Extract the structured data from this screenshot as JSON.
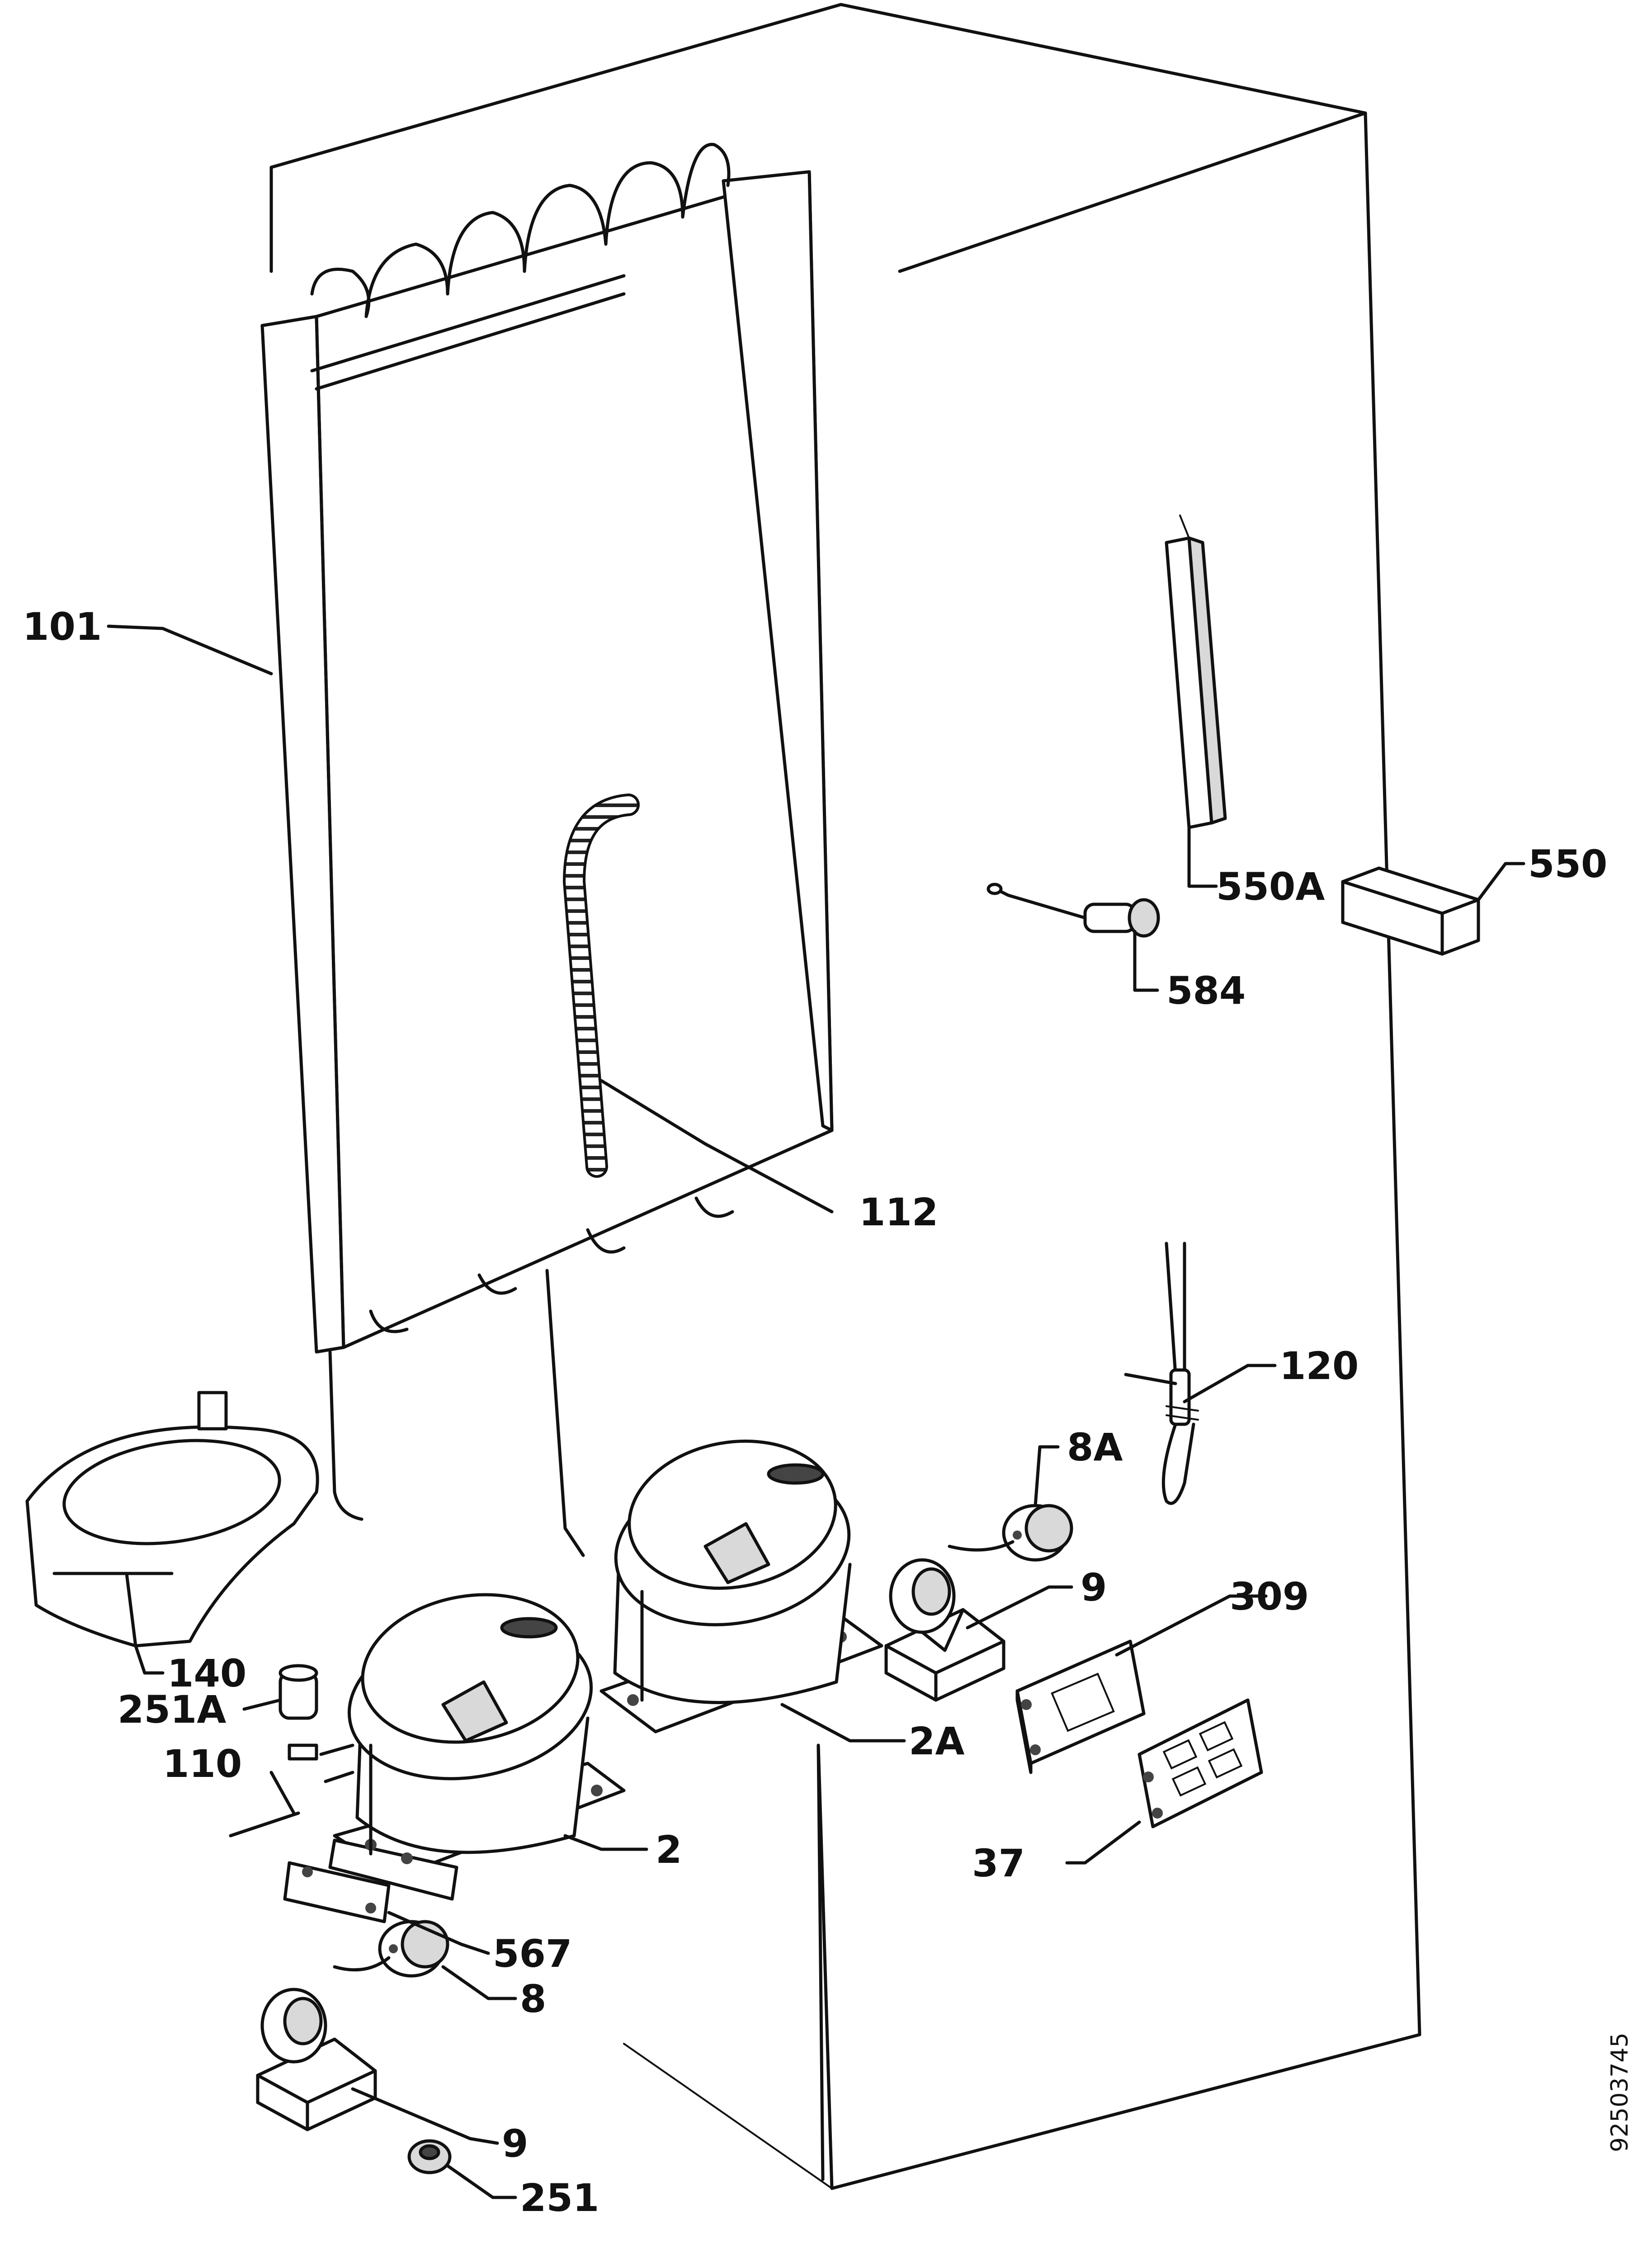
{
  "document_number": "92503745",
  "parts": [
    {
      "id": "condenser",
      "label": "101"
    },
    {
      "id": "condenser-tube",
      "label": "112"
    },
    {
      "id": "clip-rail",
      "label": "550A"
    },
    {
      "id": "clip-bracket",
      "label": "550"
    },
    {
      "id": "sensor",
      "label": "584"
    },
    {
      "id": "capillary",
      "label": "120"
    },
    {
      "id": "relay-a",
      "label": "8A"
    },
    {
      "id": "relay-clamp-a",
      "label": "9"
    },
    {
      "id": "control-board",
      "label": "309"
    },
    {
      "id": "control-panel",
      "label": "37"
    },
    {
      "id": "compressor-a",
      "label": "2A"
    },
    {
      "id": "compressor",
      "label": "2"
    },
    {
      "id": "drip-tray",
      "label": "140"
    },
    {
      "id": "grommet-sleeve",
      "label": "251A"
    },
    {
      "id": "pins",
      "label": "110"
    },
    {
      "id": "mount-plate",
      "label": "567"
    },
    {
      "id": "relay",
      "label": "8"
    },
    {
      "id": "relay-clamp",
      "label": "9"
    },
    {
      "id": "grommet",
      "label": "251"
    }
  ]
}
